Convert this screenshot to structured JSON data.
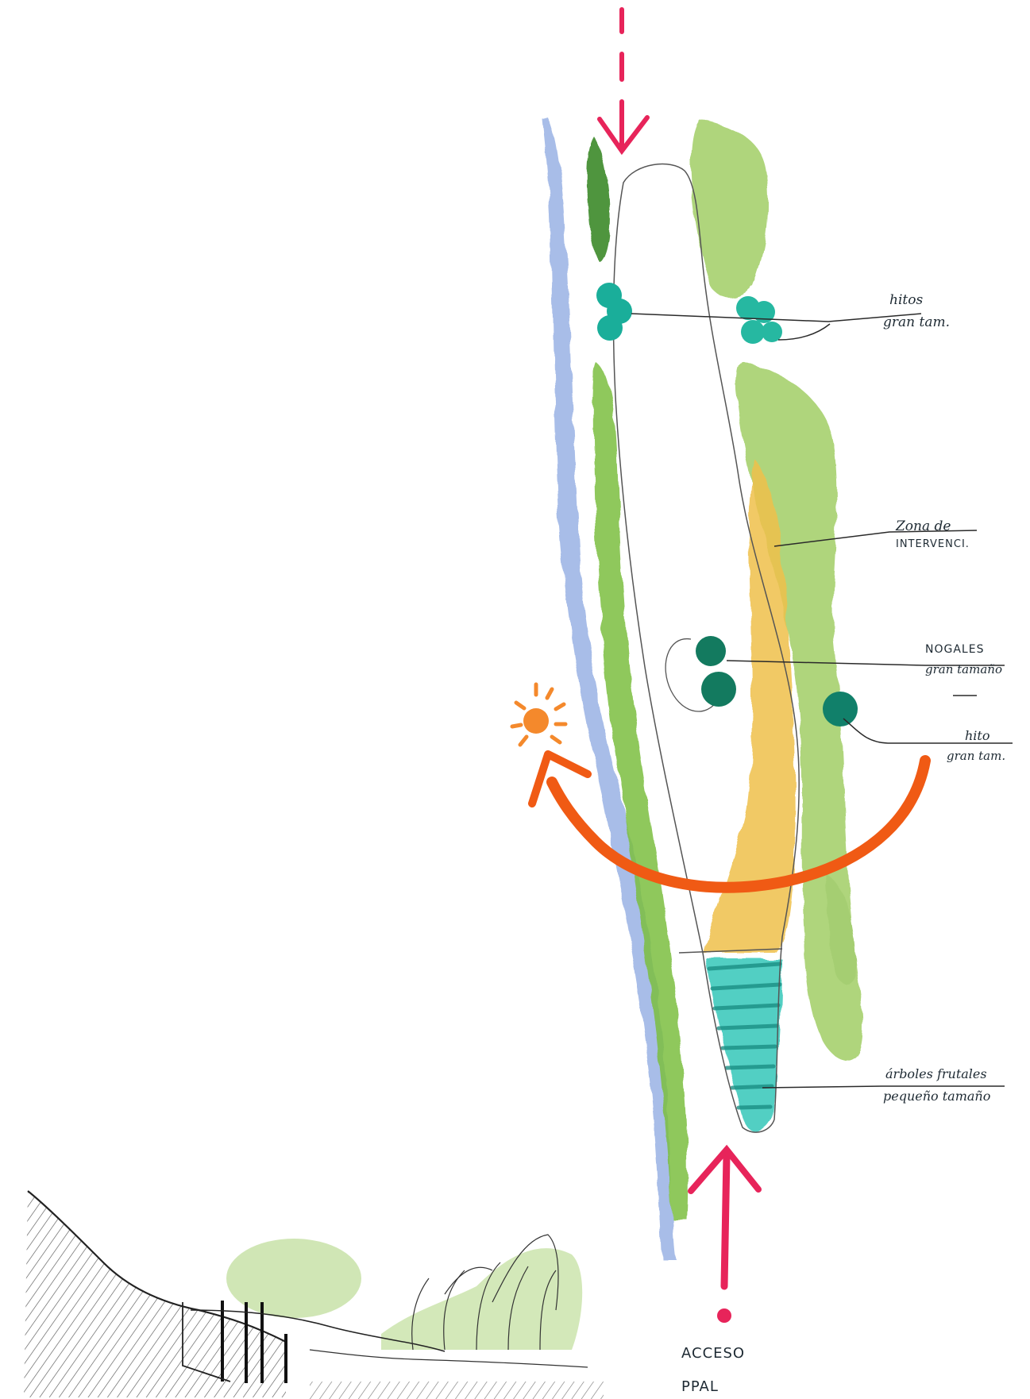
{
  "annotations": {
    "hitos_top": {
      "line1": "hitos",
      "line2": "gran tam."
    },
    "zona": {
      "line1": "Zona de",
      "line2": "INTERVENCI."
    },
    "nogales": {
      "line1": "NOGALES",
      "line2": "gran tamaño"
    },
    "hito_right": {
      "line1": "hito",
      "line2": "gran tam."
    },
    "arboles": {
      "line1": "árboles frutales",
      "line2": "pequeño tamaño"
    },
    "acceso": {
      "line1": "ACCESO",
      "line2": "PPAL"
    }
  },
  "colors": {
    "river": "#9fb6e6",
    "green_band": "#7cbf3f",
    "dark_green": "#3d8a2a",
    "vegetation": "#9ccb5c",
    "teal_trees": "#1aae9a",
    "nogal": "#137a5f",
    "intervention": "#efc04b",
    "orchard": "#36c7b9",
    "sun_path": "#f05a14",
    "sun": "#f4892c",
    "access_arrow": "#e7245a",
    "ink": "#2a2a2a"
  }
}
